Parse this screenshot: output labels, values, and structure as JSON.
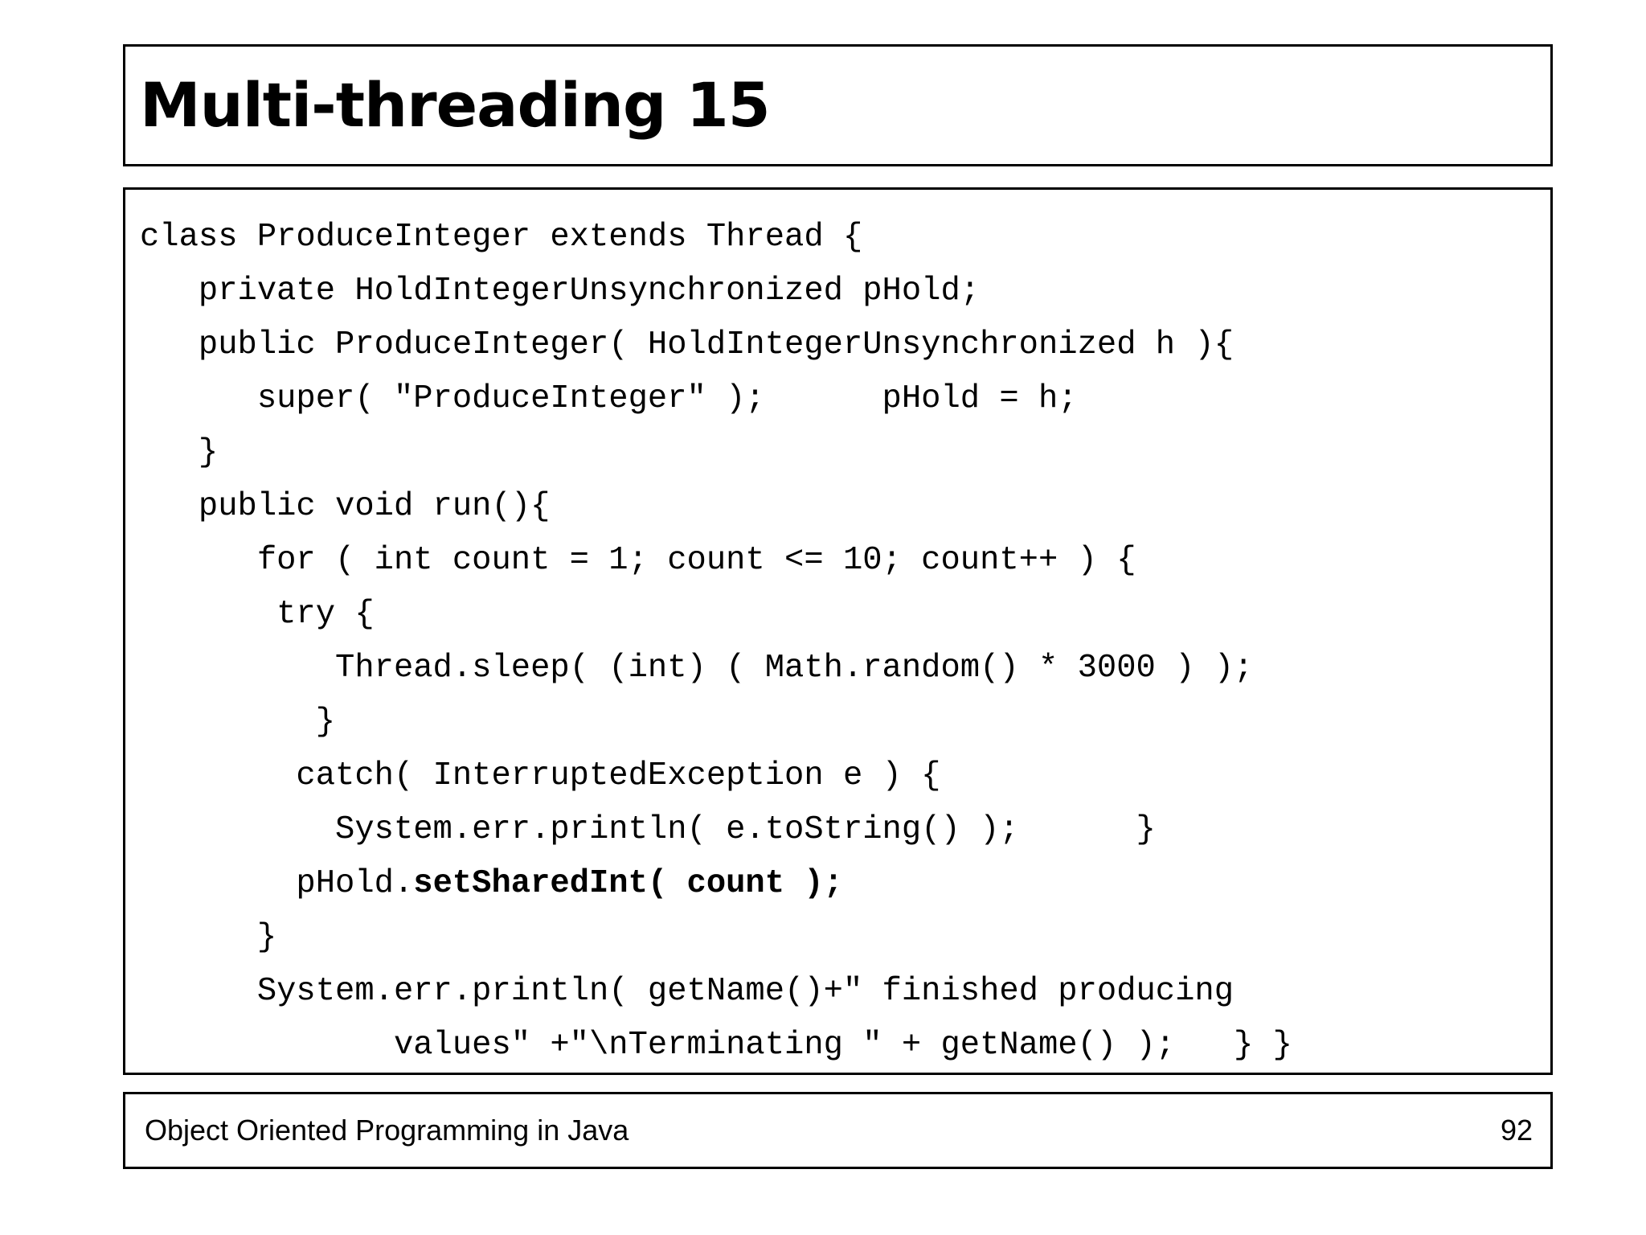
{
  "slide": {
    "title": "Multi-threading 15",
    "code_lines": [
      {
        "text": "class ProduceInteger extends Thread {",
        "bold": ""
      },
      {
        "text": "   private HoldIntegerUnsynchronized pHold;",
        "bold": ""
      },
      {
        "text": "   public ProduceInteger( HoldIntegerUnsynchronized h ){",
        "bold": ""
      },
      {
        "text": "      super( \"ProduceInteger\" );      pHold = h;",
        "bold": ""
      },
      {
        "text": "   }",
        "bold": ""
      },
      {
        "text": "   public void run(){",
        "bold": ""
      },
      {
        "text": "      for ( int count = 1; count <= 10; count++ ) {",
        "bold": ""
      },
      {
        "text": "       try {",
        "bold": ""
      },
      {
        "text": "          Thread.sleep( (int) ( Math.random() * 3000 ) );",
        "bold": ""
      },
      {
        "text": "         }",
        "bold": ""
      },
      {
        "text": "        catch( InterruptedException e ) {",
        "bold": ""
      },
      {
        "text": "          System.err.println( e.toString() );      }",
        "bold": ""
      },
      {
        "text": "        pHold.",
        "bold": "setSharedInt( count );"
      },
      {
        "text": "      }",
        "bold": ""
      },
      {
        "text": "      System.err.println( getName()+\" finished producing",
        "bold": ""
      },
      {
        "text": "             values\" +\"\\nTerminating \" + getName() );   } }",
        "bold": ""
      }
    ],
    "footer": {
      "course": "Object Oriented Programming in Java",
      "page_number": "92"
    },
    "colors": {
      "text": "#000000",
      "background": "#ffffff",
      "border": "#000000"
    }
  }
}
